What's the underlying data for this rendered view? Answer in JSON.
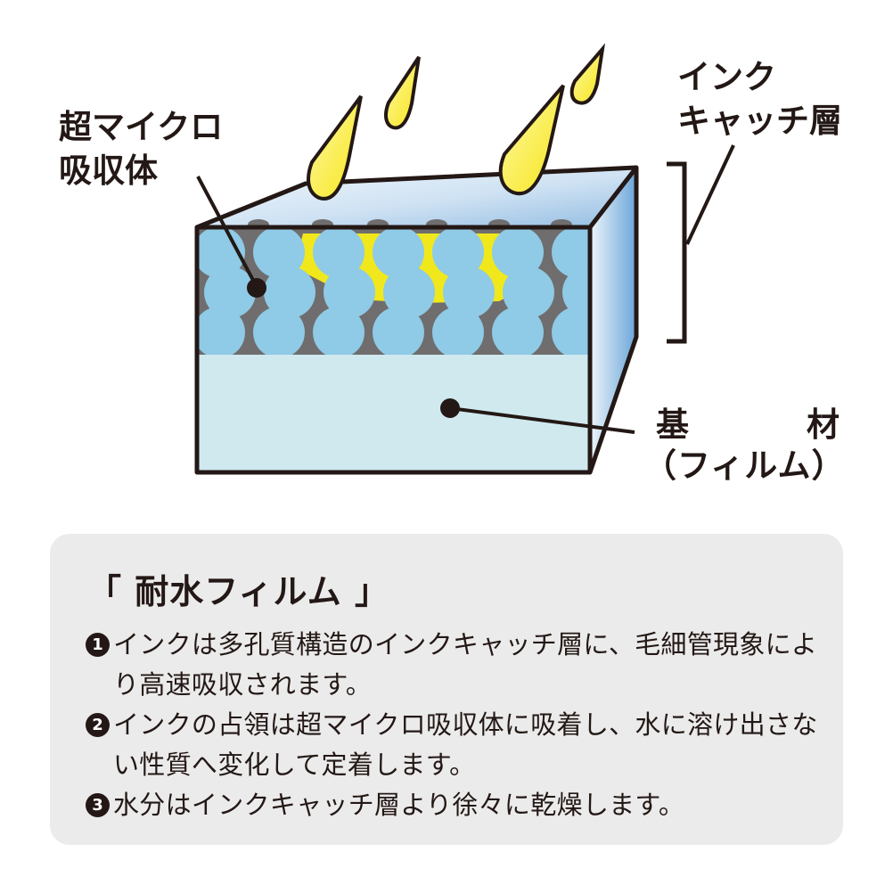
{
  "labels": {
    "absorber_line1": "超マイクロ",
    "absorber_line2": "吸収体",
    "catch_line1": "インク",
    "catch_line2": "キャッチ層",
    "base_char1": "基",
    "base_char2": "材",
    "base_line2": "（フィルム）"
  },
  "colors": {
    "ink_drop": "#f6e518",
    "ink_absorbed": "#f0e81c",
    "catch_layer_bg": "#6f6d6e",
    "micro_particle": "#8fcae6",
    "base_film": "#cfe9ef",
    "outline": "#231815",
    "panel_bg": "#ebebeb"
  },
  "panel": {
    "title": "「 耐水フィルム 」",
    "steps": [
      {
        "num": "1",
        "text": "インクは多孔質構造のインクキャッチ層に、毛細管現象により高速吸収されます。"
      },
      {
        "num": "2",
        "text": "インクの占領は超マイクロ吸収体に吸着し、水に溶け出さない性質へ変化して定着します。"
      },
      {
        "num": "3",
        "text": "水分はインクキャッチ層より徐々に乾燥します。"
      }
    ]
  }
}
